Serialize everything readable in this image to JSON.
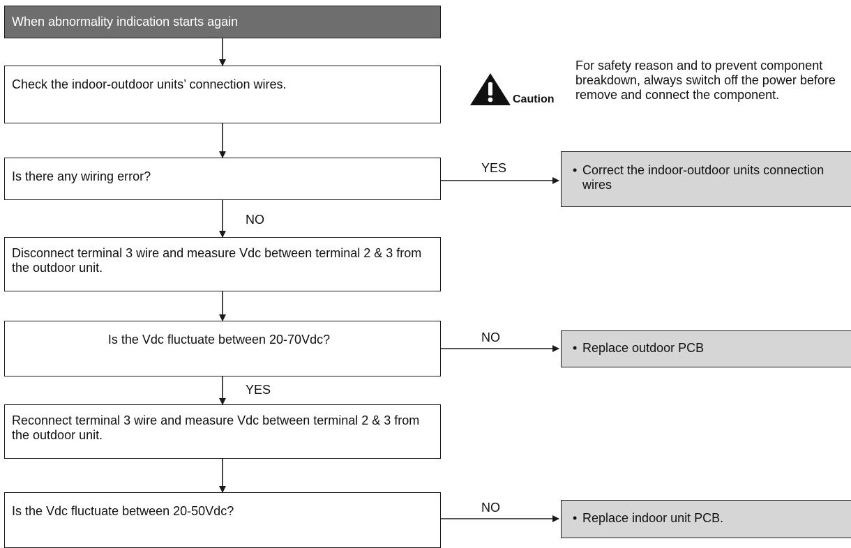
{
  "flow": {
    "start": "When abnormality indication starts again",
    "step1": "Check the indoor-outdoor units’ connection wires.",
    "q1": "Is there any wiring error?",
    "step2": "Disconnect terminal 3 wire and measure Vdc between terminal 2 & 3 from the outdoor unit.",
    "q2": "Is the Vdc fluctuate between 20-70Vdc?",
    "step3": "Reconnect terminal 3 wire and measure Vdc between terminal 2 & 3 from the outdoor unit.",
    "q3": "Is the Vdc fluctuate between 20-50Vdc?"
  },
  "branches": {
    "q1_yes": "YES",
    "q1_no": "NO",
    "q2_no": "NO",
    "q2_yes": "YES",
    "q3_no": "NO"
  },
  "results": {
    "r1": "Correct the indoor-outdoor units connection wires",
    "r2": "Replace outdoor PCB",
    "r3": "Replace indoor unit PCB.",
    "bullet": "•"
  },
  "caution": {
    "icon": "warning-triangle-icon",
    "label": "Caution",
    "text": "For safety reason and to prevent component breakdown, always switch off the power before remove and connect the component."
  },
  "colors": {
    "start_fill": "#6e6e6e",
    "result_fill": "#d6d6d6",
    "line": "#1a1a1a"
  }
}
